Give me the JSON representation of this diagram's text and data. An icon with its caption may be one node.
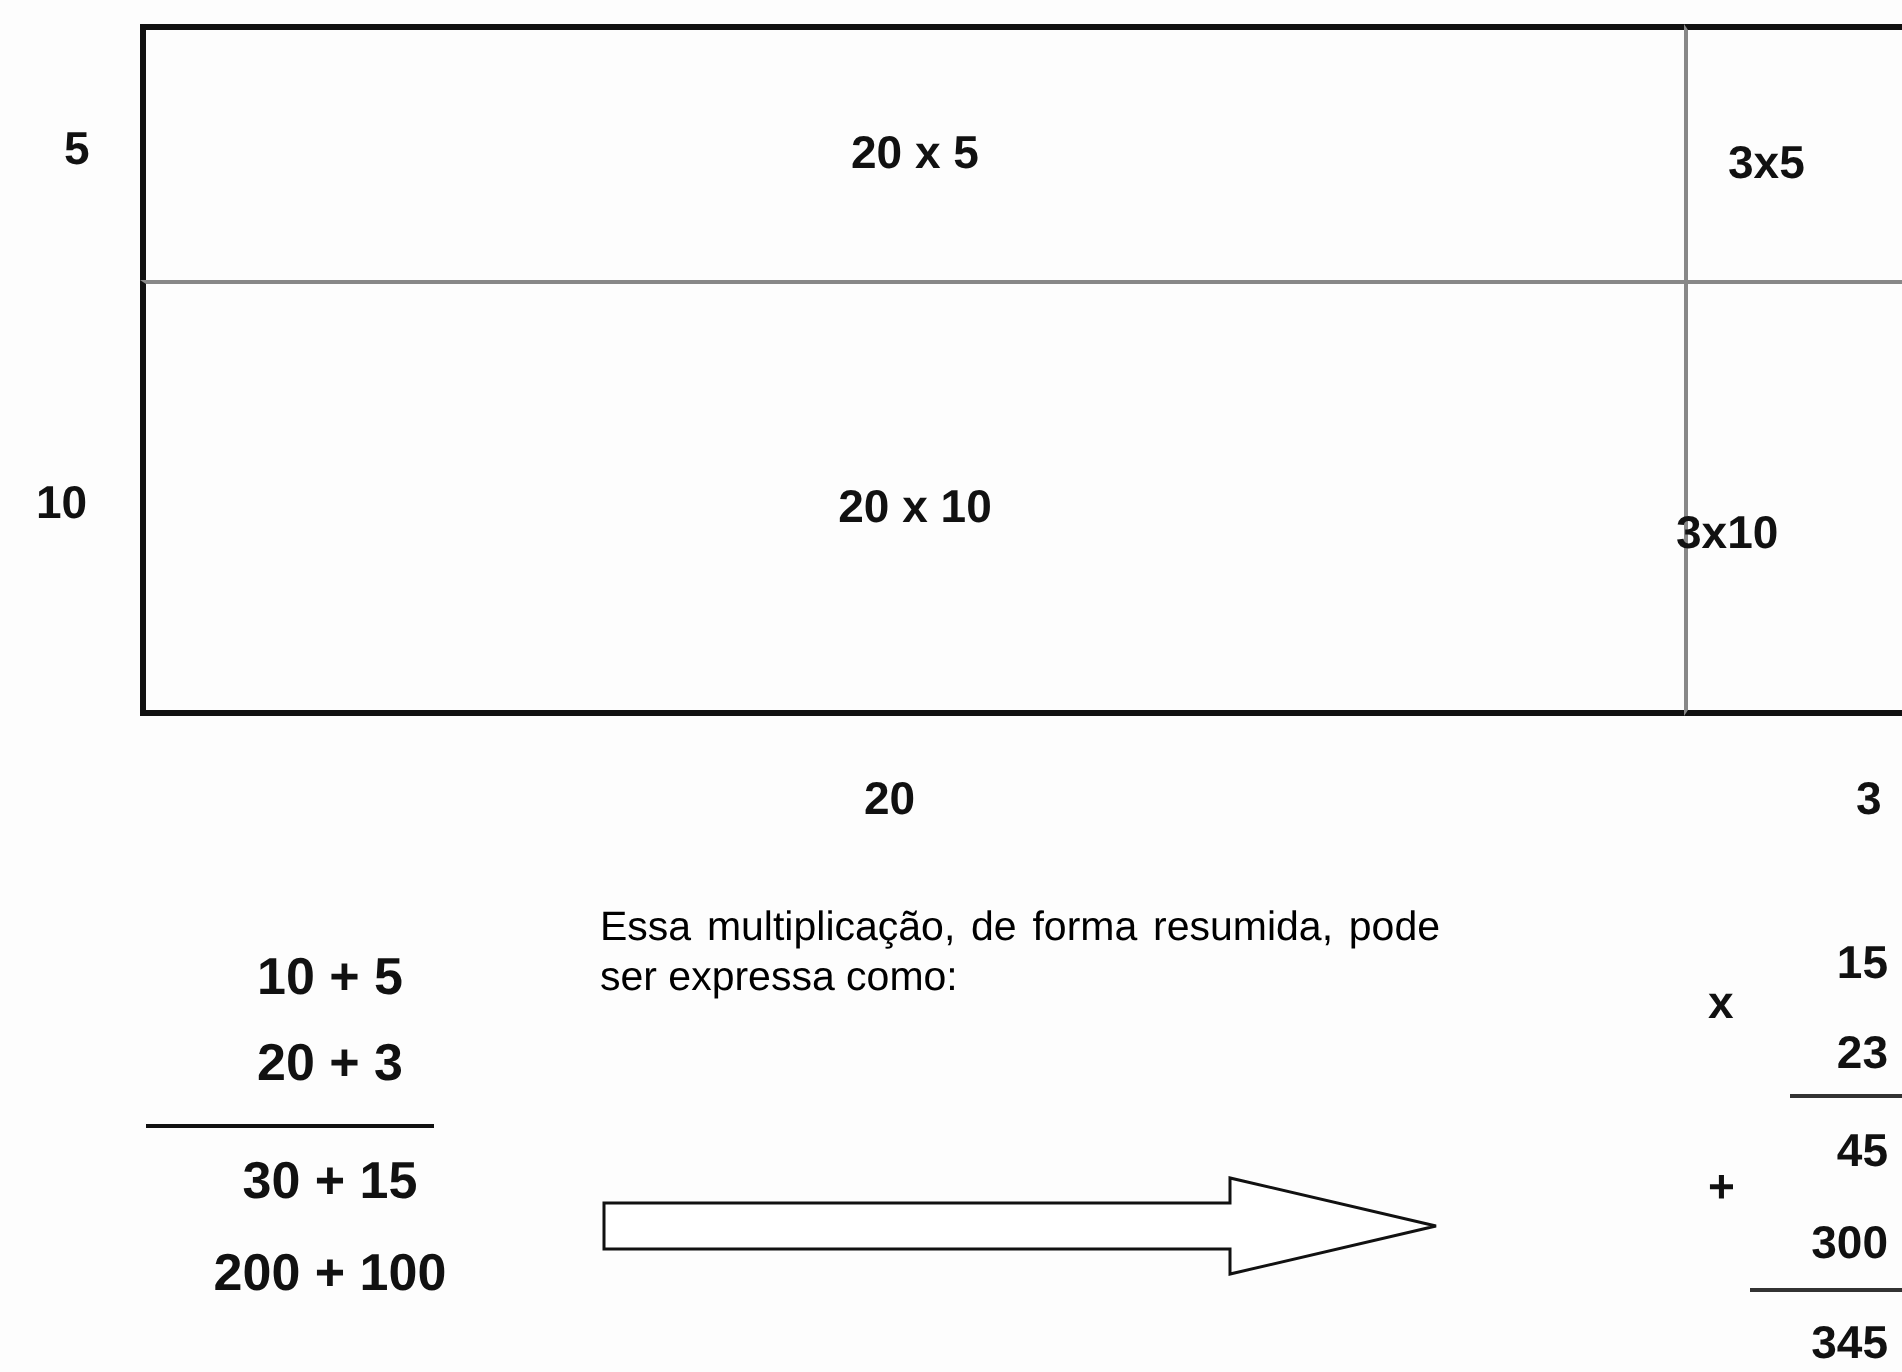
{
  "diagram": {
    "nodes": [
      {
        "text": [
          "20 x 5"
        ]
      },
      {
        "text": [
          "3x5"
        ]
      },
      {
        "text": [
          "20 x 10"
        ]
      },
      {
        "text": [
          "3x10"
        ]
      },
      {
        "text": [
          "10 + 5",
          "20 + 3",
          "30 + 15",
          "200 + 100"
        ]
      },
      {
        "text": [
          "x",
          "15",
          "23",
          "+",
          "45",
          "300",
          "345"
        ]
      }
    ],
    "edges": [
      {
        "from": 4,
        "to": 5,
        "arrow": "to"
      }
    ],
    "labels": [
      "5",
      "10",
      "20",
      "3",
      "Essa multiplicação, de forma resumida, pode ser expressa como:"
    ]
  }
}
